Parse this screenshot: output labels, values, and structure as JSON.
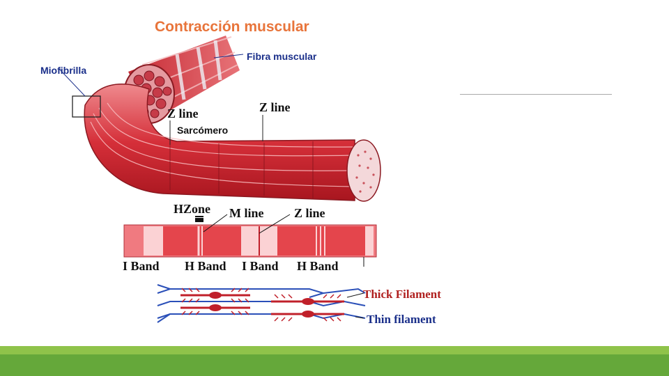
{
  "figure": {
    "title": "Contracción muscular",
    "labels": {
      "fibra": "Fibra muscular",
      "miofibrilla": "Miofibrilla",
      "zline_left": "Z line",
      "zline_right": "Z line",
      "sarcomero": "Sarcómero",
      "hzone": "HZone",
      "mline": "M line",
      "zline_band": "Z line",
      "iband_1": "I Band",
      "hband_1": "H Band",
      "iband_2": "I Band",
      "hband_2": "H Band",
      "thick": "Thick Filament",
      "thin": "Thin filament"
    }
  },
  "colors": {
    "title": "#e8743a",
    "label_blue": "#1a2f8a",
    "muscle_red": "#d9363e",
    "band_pink": "#f07a80",
    "filament_blue": "#2a4fb8",
    "filament_red": "#c0202a",
    "thick_label": "#b0201f",
    "green_light": "#8fc34a",
    "green_dark": "#65a83a"
  }
}
